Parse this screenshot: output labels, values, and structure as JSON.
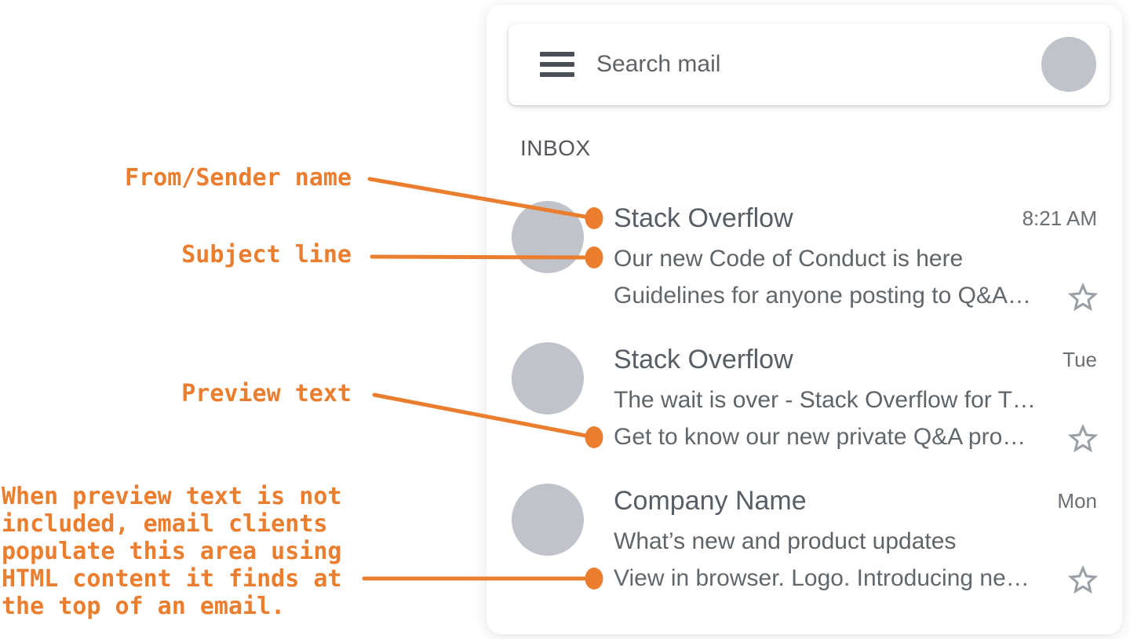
{
  "annotations": {
    "from_label": "From/Sender name",
    "subject_label": "Subject line",
    "preview_label": "Preview text",
    "note_lines": [
      "When preview text is not",
      "included, email clients",
      "populate this area using",
      "HTML content it finds at",
      "the top of an email."
    ],
    "accent_color": "#EB7E2E"
  },
  "mail_app": {
    "search_placeholder": "Search mail",
    "inbox_label": "INBOX",
    "emails": [
      {
        "sender": "Stack Overflow",
        "time": "8:21 AM",
        "subject": "Our new Code of Conduct is here",
        "preview": "Guidelines for anyone posting to Q&A…"
      },
      {
        "sender": "Stack Overflow",
        "time": "Tue",
        "subject": "The wait is over - Stack Overflow for T…",
        "preview": "Get to know our new private Q&A pro…"
      },
      {
        "sender": "Company Name",
        "time": "Mon",
        "subject": "What’s new and product updates",
        "preview": "View in browser. Logo. Introducing ne…"
      }
    ],
    "icons": {
      "menu": "hamburger-menu-icon",
      "avatar": "avatar-circle",
      "star": "star-outline-icon"
    },
    "colors": {
      "text_gray": "#5F6368",
      "avatar_gray": "#C0C4CA",
      "star_gray": "#9AA0A6"
    }
  }
}
